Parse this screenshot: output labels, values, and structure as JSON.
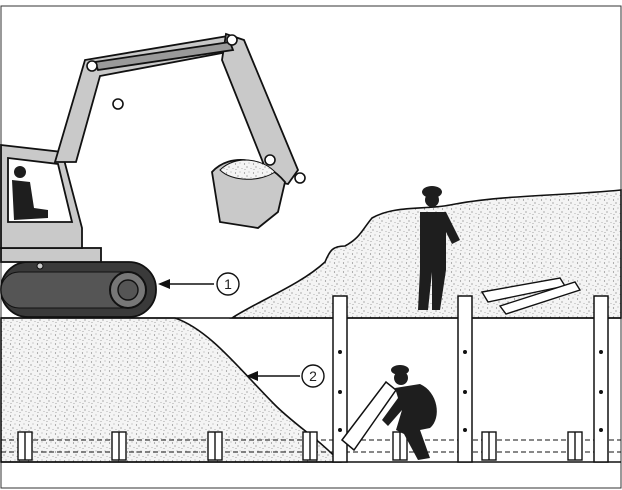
{
  "callouts": [
    {
      "number": "1",
      "target": "excavator-tracks"
    },
    {
      "number": "2",
      "target": "sloped-trench-wall"
    }
  ],
  "colors": {
    "machine": "#c9c9c9",
    "machine_dark": "#3a3a3a",
    "outline": "#111111",
    "worker": "#1e1e1e",
    "soil_fill": "#f2f2f2",
    "soil_speckle": "#8a8a8a",
    "timber": "#ffffff"
  }
}
